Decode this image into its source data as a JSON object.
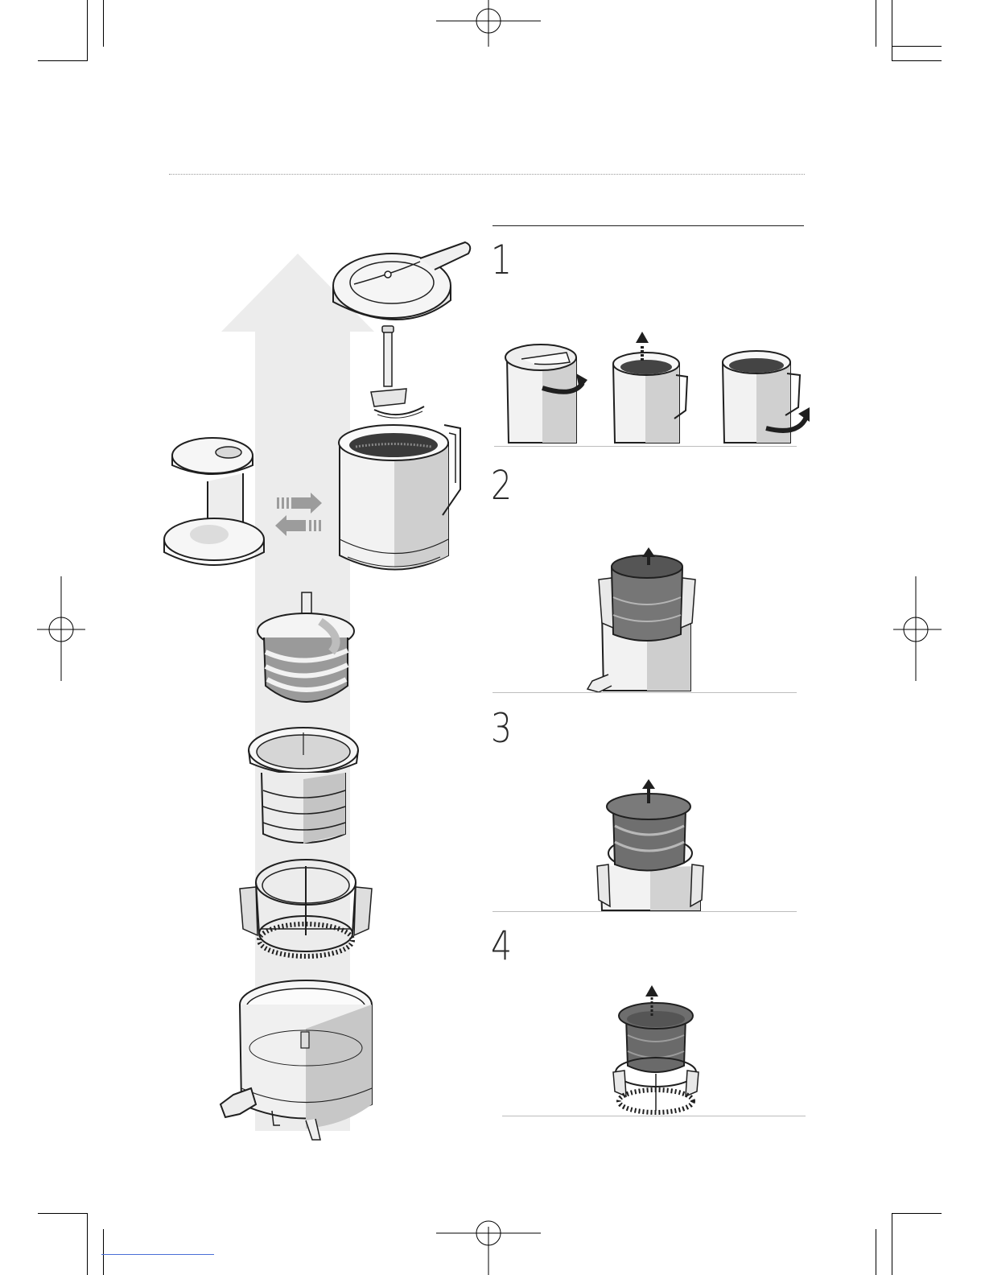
{
  "steps": [
    {
      "number": "1"
    },
    {
      "number": "2"
    },
    {
      "number": "3"
    },
    {
      "number": "4"
    }
  ],
  "colors": {
    "ink": "#1f1f1f",
    "part_light": "#f3f3f3",
    "part_mid": "#c9c9c9",
    "part_dark": "#6e6e6e",
    "arrow_band": "#ededed",
    "bottom_link": "#4a6fd6"
  },
  "icons": [
    "registration-mark-icon",
    "arrow-up-icon",
    "rotate-arrow-icon",
    "slide-arrow-icon"
  ]
}
